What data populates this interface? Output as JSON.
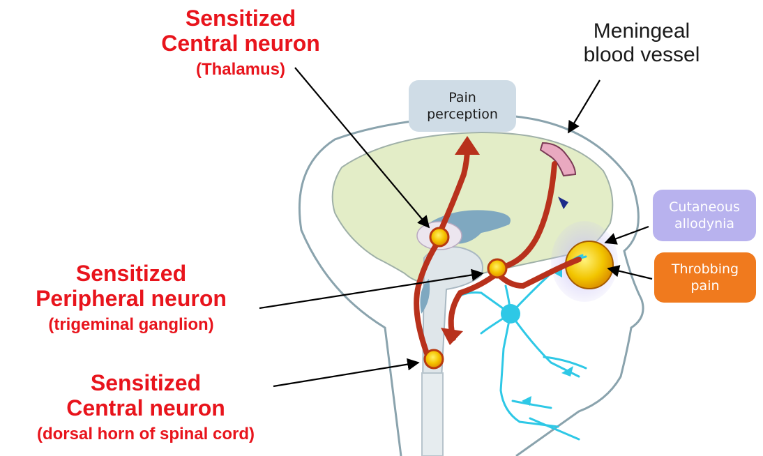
{
  "labels": {
    "thalamus": {
      "line1": "Sensitized",
      "line2": "Central neuron",
      "line3": "(Thalamus)"
    },
    "meningeal": {
      "line1": "Meningeal",
      "line2": "blood vessel"
    },
    "peripheral": {
      "line1": "Sensitized",
      "line2": "Peripheral neuron",
      "line3": "(trigeminal ganglion)"
    },
    "spinal": {
      "line1": "Sensitized",
      "line2": "Central neuron",
      "line3": "(dorsal horn of spinal cord)"
    }
  },
  "boxes": {
    "pain_perception": {
      "line1": "Pain",
      "line2": "perception"
    },
    "cutaneous": {
      "line1": "Cutaneous",
      "line2": "allodynia"
    },
    "throbbing": {
      "line1": "Throbbing",
      "line2": "pain"
    }
  },
  "colors": {
    "label_red": "#e8141c",
    "pathway": "#b8311c",
    "brain": "#e3edc7",
    "nerve": "#2ec8e6",
    "ventricle": "#7fa8c0",
    "neuron_core": "#f5c400",
    "box_blue": "#cfdce6",
    "box_purple": "#b8b2ee",
    "box_orange": "#f07a1e"
  }
}
